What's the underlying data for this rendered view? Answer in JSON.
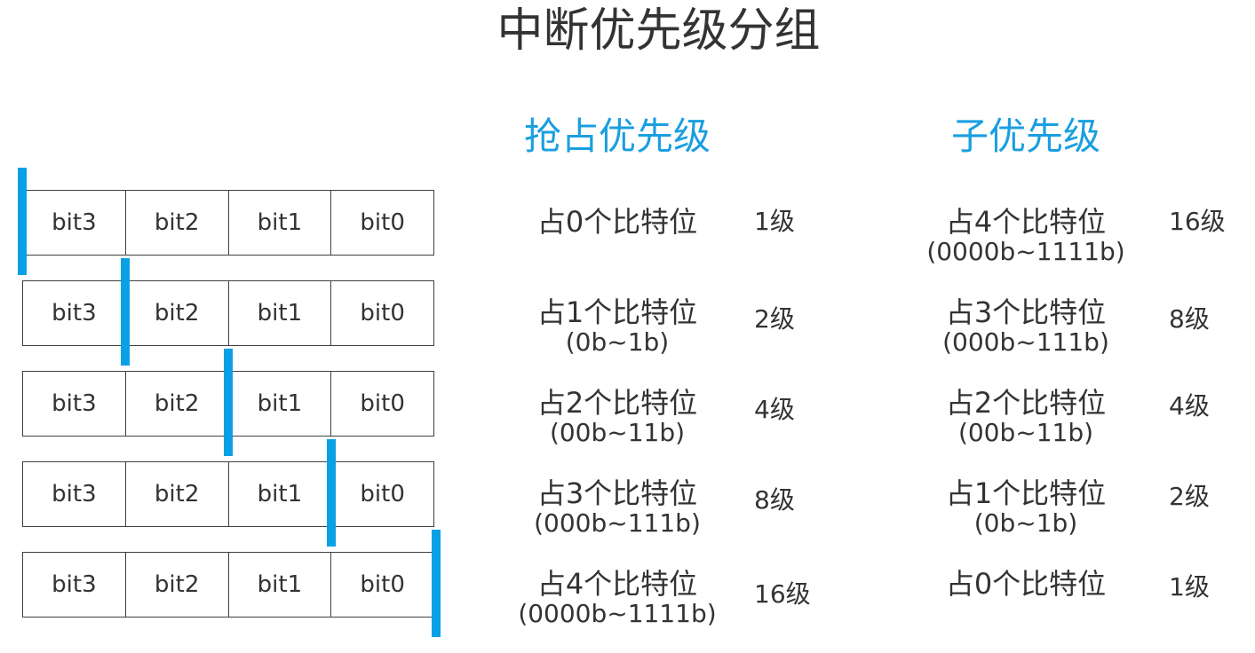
{
  "title": "中断优先级分组",
  "headings": {
    "preempt": "抢占优先级",
    "sub": "子优先级"
  },
  "colors": {
    "accent": "#0aa0e6",
    "heading": "#1a9fe0",
    "text": "#333333",
    "border": "#404040"
  },
  "rows": [
    {
      "bits": [
        "bit3",
        "bit2",
        "bit1",
        "bit0"
      ],
      "preempt_bits": 0,
      "preempt": {
        "label": "占0个比特位",
        "range": "",
        "level": "1级"
      },
      "sub": {
        "label": "占4个比特位",
        "range": "(0000b~1111b)",
        "level": "16级"
      }
    },
    {
      "bits": [
        "bit3",
        "bit2",
        "bit1",
        "bit0"
      ],
      "preempt_bits": 1,
      "preempt": {
        "label": "占1个比特位",
        "range": "(0b~1b)",
        "level": "2级"
      },
      "sub": {
        "label": "占3个比特位",
        "range": "(000b~111b)",
        "level": "8级"
      }
    },
    {
      "bits": [
        "bit3",
        "bit2",
        "bit1",
        "bit0"
      ],
      "preempt_bits": 2,
      "preempt": {
        "label": "占2个比特位",
        "range": "(00b~11b)",
        "level": "4级"
      },
      "sub": {
        "label": "占2个比特位",
        "range": "(00b~11b)",
        "level": "4级"
      }
    },
    {
      "bits": [
        "bit3",
        "bit2",
        "bit1",
        "bit0"
      ],
      "preempt_bits": 3,
      "preempt": {
        "label": "占3个比特位",
        "range": "(000b~111b)",
        "level": "8级"
      },
      "sub": {
        "label": "占1个比特位",
        "range": "(0b~1b)",
        "level": "2级"
      }
    },
    {
      "bits": [
        "bit3",
        "bit2",
        "bit1",
        "bit0"
      ],
      "preempt_bits": 4,
      "preempt": {
        "label": "占4个比特位",
        "range": "(0000b~1111b)",
        "level": "16级"
      },
      "sub": {
        "label": "占0个比特位",
        "range": "",
        "level": "1级"
      }
    }
  ]
}
